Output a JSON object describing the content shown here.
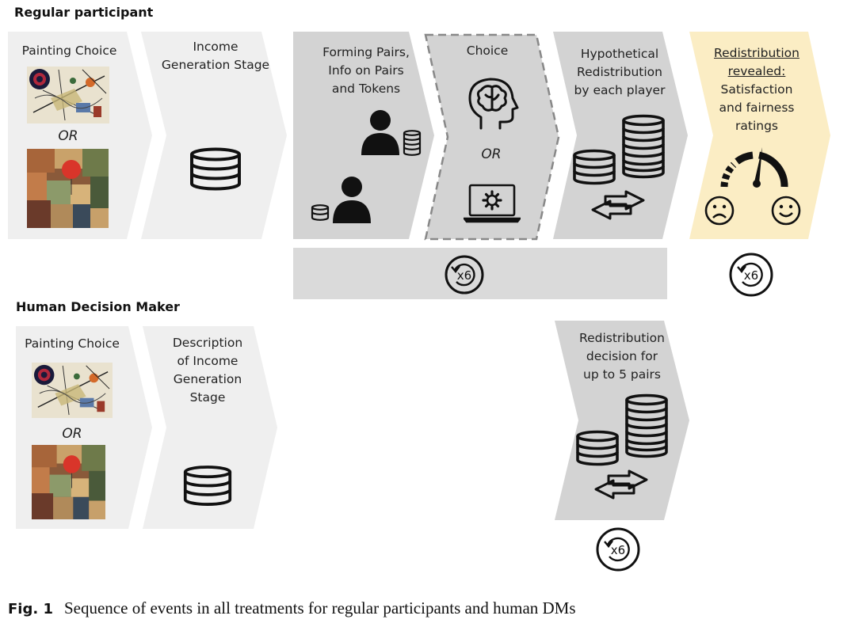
{
  "regular": {
    "title": "Regular participant",
    "painting_step": {
      "label": "Painting Choice",
      "or": "OR"
    },
    "income_step": {
      "label_lines": [
        "Income",
        "Generation Stage"
      ]
    },
    "pairs_step": {
      "label_lines": [
        "Forming Pairs,",
        "Info on Pairs",
        "and Tokens"
      ]
    },
    "choice_step": {
      "label": "Choice",
      "or": "OR"
    },
    "hypo_step": {
      "label_lines": [
        "Hypothetical",
        "Redistribution",
        "by each player"
      ]
    },
    "reveal_step": {
      "label_lines_underlined": [
        "Redistribution",
        "revealed:"
      ],
      "label_lines": [
        "Satisfaction",
        "and fairness",
        "ratings"
      ]
    },
    "loop_label": "x6",
    "reveal_loop_label": "x6"
  },
  "human": {
    "title": "Human Decision Maker",
    "painting_step": {
      "label": "Painting Choice",
      "or": "OR"
    },
    "desc_step": {
      "label_lines": [
        "Description",
        "of Income",
        "Generation",
        "Stage"
      ]
    },
    "redis_step": {
      "label_lines": [
        "Redistribution",
        "decision for",
        "up to 5 pairs"
      ]
    },
    "loop_label": "x6"
  },
  "caption": {
    "fig": "Fig. 1",
    "text": "Sequence of events in all treatments for regular participants and human DMs"
  },
  "colors": {
    "light_step": "#efefef",
    "mid_step": "#dcdcdc",
    "dark_step": "#d3d3d3",
    "reveal_step": "#fbedc4",
    "loop_bar": "#dadada",
    "icon": "#111111"
  },
  "icons": [
    "painting-kandinsky",
    "painting-klee",
    "coin-stack-icon",
    "person-icon",
    "brain-head-icon",
    "laptop-gear-icon",
    "exchange-arrows-icon",
    "gauge-icon",
    "sad-face-icon",
    "happy-face-icon",
    "repeat-x6-icon"
  ]
}
